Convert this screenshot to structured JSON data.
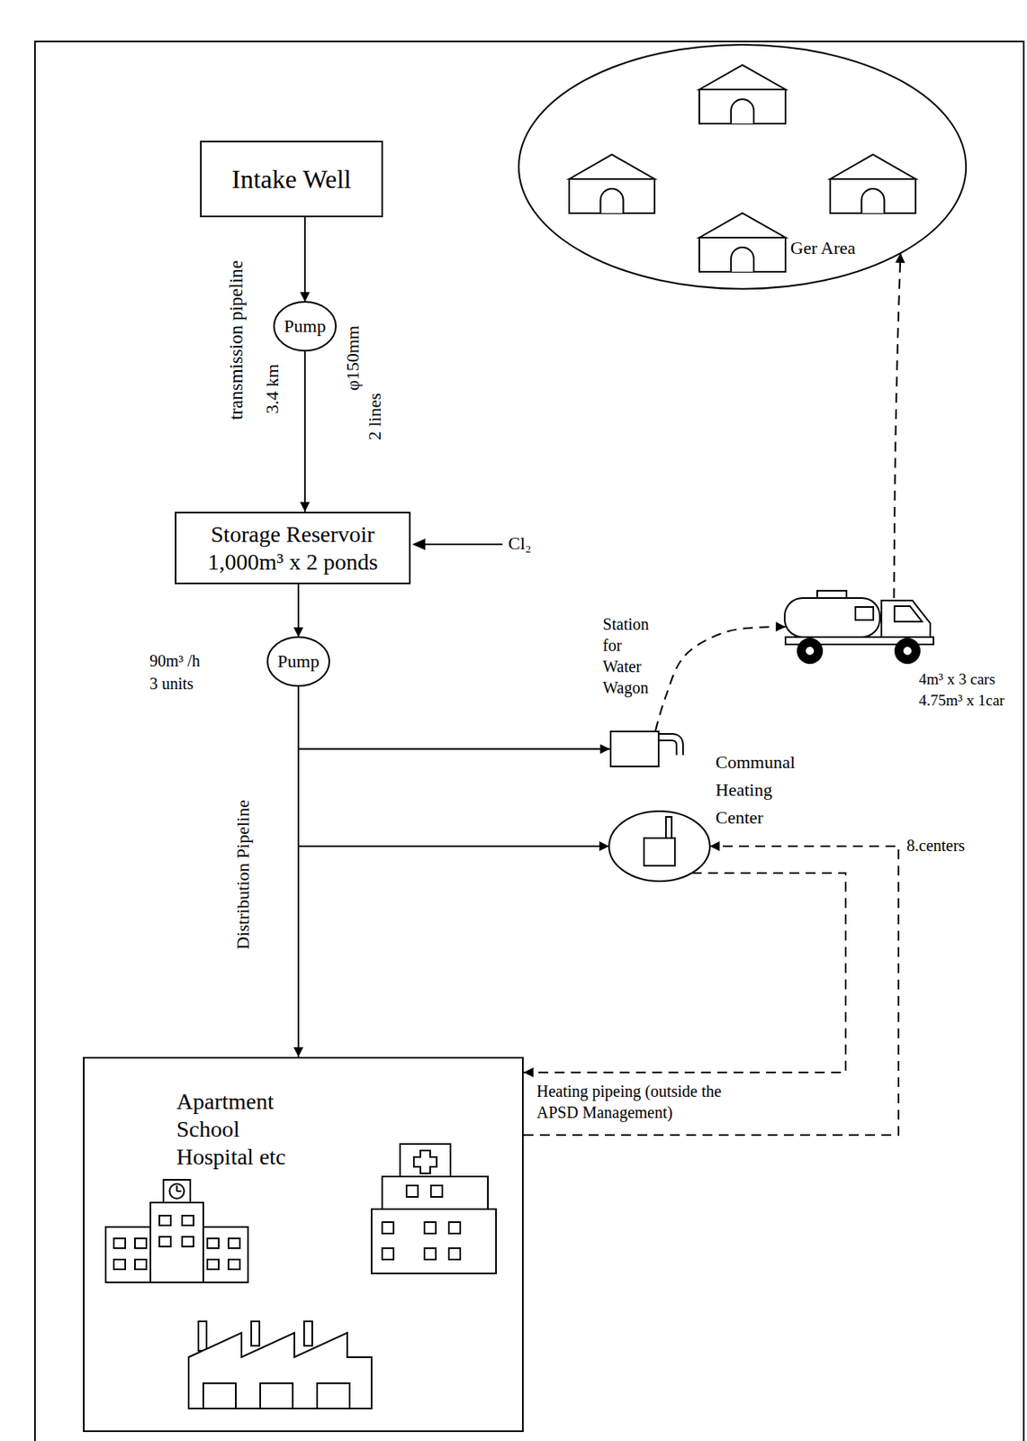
{
  "diagram": {
    "nodes": [
      {
        "text": [
          "Intake Well"
        ]
      },
      {
        "text": [
          "Ger Area"
        ]
      },
      {
        "text": [
          "Pump"
        ]
      },
      {
        "text": [
          "Storage Reservoir 1,000m³ x 2 ponds"
        ]
      },
      {
        "text": [
          "Pump"
        ]
      },
      {
        "text": [
          "Station for Water Wagon"
        ]
      },
      {
        "text": [
          "4m³ x 3 cars",
          "4.75m³ x 1car"
        ]
      },
      {
        "text": [
          "Communal Heating Center"
        ]
      },
      {
        "text": [
          "Apartment School Hospital etc"
        ]
      }
    ],
    "edges": [
      {
        "from": 0,
        "to": 2,
        "arrow": "to"
      },
      {
        "from": 2,
        "to": 3,
        "arrow": "to"
      },
      {
        "from": 3,
        "to": 4,
        "arrow": "to"
      },
      {
        "from": 4,
        "to": 5,
        "arrow": "to"
      },
      {
        "from": 4,
        "to": 7,
        "arrow": "to"
      },
      {
        "from": 4,
        "to": 8,
        "arrow": "to"
      },
      {
        "from": 5,
        "to": 6,
        "arrow": "to"
      },
      {
        "from": 6,
        "to": 1,
        "arrow": "to"
      },
      {
        "from": 7,
        "to": 8,
        "label": "Heating pipeing (outside the APSD Management)",
        "arrow": "to"
      },
      {
        "from": 8,
        "to": 7,
        "arrow": "to"
      }
    ],
    "labels": [
      "transmission pipeline",
      "3.4 km",
      "φ150mm",
      "2 lines",
      "Cl₂",
      "90m³ /h",
      "3 units",
      "Distribution Pipeline",
      "8.centers"
    ]
  }
}
